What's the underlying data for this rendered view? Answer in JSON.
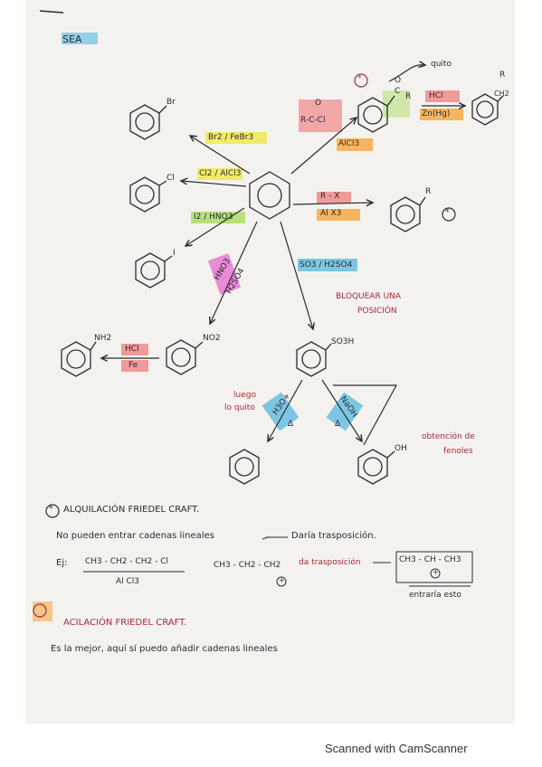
{
  "page": {
    "heading": "SEA",
    "footer": "Scanned with CamScanner"
  },
  "colors": {
    "ink": "#2b2b30",
    "red_ink": "#a32b3a",
    "highlight_yellow": "#f0ea6a",
    "highlight_green": "#b7e07a",
    "highlight_pink": "#e98bd7",
    "highlight_blue": "#7cc6e4",
    "highlight_orange": "#f6b55e",
    "highlight_coral": "#f19a9a",
    "paper": "#f4f2ef"
  },
  "diagram": {
    "reagents": {
      "br2": "Br2 / FeBr3",
      "cl2": "Cl2 / AlCl3",
      "i2": "I2 / HNO3",
      "hno3": "HNO3",
      "h2so4": "H2SO4",
      "so3": "SO3 / H2SO4",
      "rx": "R - X",
      "alx3": "Al X3",
      "acyl_o": "O",
      "acyl_chloride": "R-C-Cl",
      "alcl3": "AlCl3",
      "hcl_clemmensen": "HCl",
      "zn_hg": "Zn(Hg)",
      "hcl_reduction": "HCl",
      "fe": "Fe",
      "h3o": "H3O+",
      "delta_1": "Δ",
      "naoh": "NaOH",
      "delta_2": "Δ"
    },
    "substituents": {
      "br": "Br",
      "cl": "Cl",
      "iodo": "I",
      "r": "R",
      "no2": "NO2",
      "nh2": "NH2",
      "so3h": "SO3H",
      "oh": "OH",
      "ketone_o": "O",
      "ketone_c": "C",
      "ketone_r": "R",
      "alkyl_r": "R",
      "alkyl_ch2": "CH2"
    },
    "notes": {
      "quito": "quito",
      "bloquear_1": "BLOQUEAR UNA",
      "bloquear_2": "POSICIÓN",
      "luego_1": "luego",
      "luego_2": "lo quito",
      "fenoles_1": "obtención de",
      "fenoles_2": "fenoles",
      "star_mark": "*"
    }
  },
  "notes_section": {
    "alkylation_title": "ALQUILACIÓN FRIEDEL CRAFT.",
    "alkylation_star": "*",
    "alkylation_text": "No pueden entrar cadenas lineales",
    "alkylation_result": "Daría trasposición.",
    "example_label": "Ej:",
    "example_reactant": "CH3 - CH2 - CH2 - Cl",
    "example_catalyst": "Al Cl3",
    "example_intermediate": "CH3 - CH2 - CH2",
    "plus_1": "+",
    "trasposicion": "da trasposición",
    "example_product": "CH3 - CH - CH3",
    "plus_2": "+",
    "entraria": "entraría esto",
    "acylation_title": "ACILACIÓN FRIEDEL CRAFT.",
    "acylation_text": "Es la mejor, aquí sí puedo añadir cadenas lineales"
  }
}
